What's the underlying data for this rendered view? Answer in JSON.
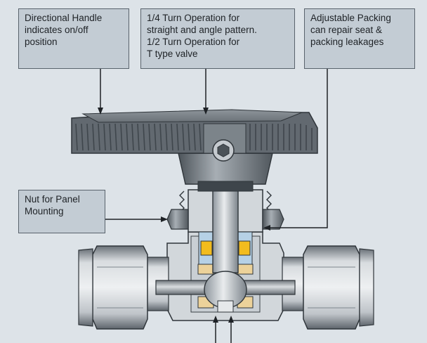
{
  "callouts": {
    "handle": {
      "lines": [
        "Directional Handle",
        "indicates on/off",
        "position"
      ]
    },
    "operation": {
      "lines": [
        "1/4 Turn Operation for",
        "straight and angle pattern.",
        "1/2 Turn Operation for",
        "T type valve"
      ]
    },
    "packing": {
      "lines": [
        "Adjustable Packing",
        "can repair seat &",
        "packing leakages"
      ]
    },
    "nut": {
      "lines": [
        "Nut for Panel",
        "Mounting"
      ]
    }
  },
  "colors": {
    "background": "#dde3e8",
    "callout_fill": "#c3ccd4",
    "metal_light": "#d4d8dc",
    "metal_dark": "#5d646b",
    "packing": "#f2bc1e",
    "seat": "#ecd29a",
    "gland_blue": "#b6d1e6"
  },
  "icons": [
    "hex-socket-icon",
    "leader-arrow-icon",
    "flow-arrow-icon"
  ]
}
